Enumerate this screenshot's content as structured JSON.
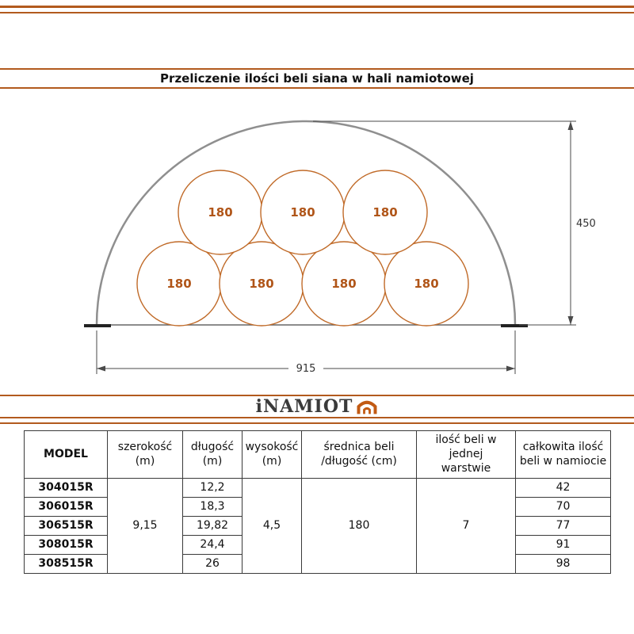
{
  "title": "Przeliczenie ilości beli siana w hali namiotowej",
  "logo": {
    "text": "iNAMIOT"
  },
  "diagram": {
    "bale_label": "180",
    "height_dim": "450",
    "width_dim": "915",
    "bales_top_row": 3,
    "bales_bottom_row": 4,
    "accent_color": "#b25a1e"
  },
  "table": {
    "headers": {
      "model": "MODEL",
      "width": [
        "szerokość",
        "(m)"
      ],
      "length": [
        "długość",
        "(m)"
      ],
      "height": [
        "wysokość",
        "(m)"
      ],
      "diameter": [
        "średnica beli",
        "/długość (cm)"
      ],
      "per_layer": [
        "ilość beli w jednej",
        "warstwie"
      ],
      "total": [
        "całkowita ilość",
        "beli w namiocie"
      ]
    },
    "shared": {
      "width": "9,15",
      "height": "4,5",
      "diameter": "180",
      "per_layer": "7"
    },
    "rows": [
      {
        "model": "304015R",
        "length": "12,2",
        "total": "42"
      },
      {
        "model": "306015R",
        "length": "18,3",
        "total": "70"
      },
      {
        "model": "306515R",
        "length": "19,82",
        "total": "77"
      },
      {
        "model": "308015R",
        "length": "24,4",
        "total": "91"
      },
      {
        "model": "308515R",
        "length": "26",
        "total": "98"
      }
    ]
  }
}
